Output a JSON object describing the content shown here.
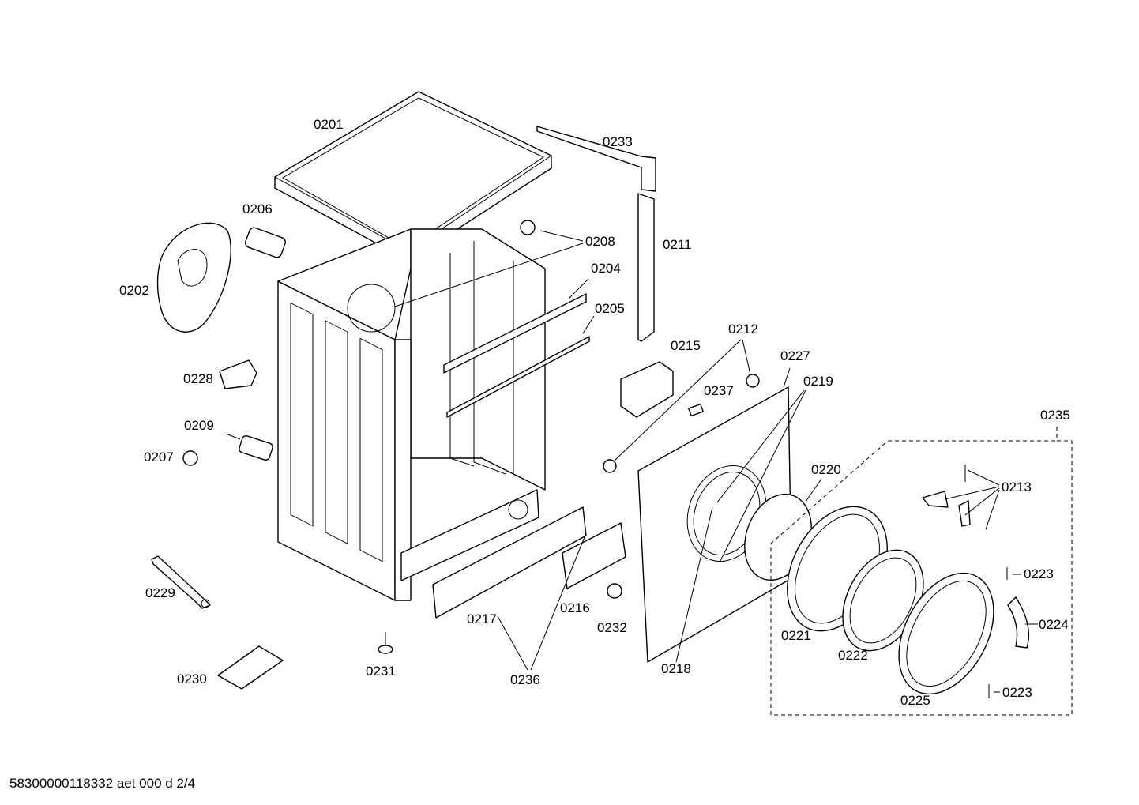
{
  "footer": "58300000118332 aet 000 d 2/4",
  "labels": {
    "l0201": "0201",
    "l0233": "0233",
    "l0206": "0206",
    "l0208": "0208",
    "l0202": "0202",
    "l0204": "0204",
    "l0211": "0211",
    "l0205": "0205",
    "l0212": "0212",
    "l0215": "0215",
    "l0227": "0227",
    "l0228": "0228",
    "l0237": "0237",
    "l0219": "0219",
    "l0235": "0235",
    "l0209": "0209",
    "l0207": "0207",
    "l0220": "0220",
    "l0213": "0213",
    "l0223a": "0223",
    "l0229": "0229",
    "l0217": "0217",
    "l0216": "0216",
    "l0224": "0224",
    "l0232": "0232",
    "l0221": "0221",
    "l0222": "0222",
    "l0218": "0218",
    "l0230": "0230",
    "l0231": "0231",
    "l0236": "0236",
    "l0225": "0225",
    "l0223b": "0223"
  }
}
